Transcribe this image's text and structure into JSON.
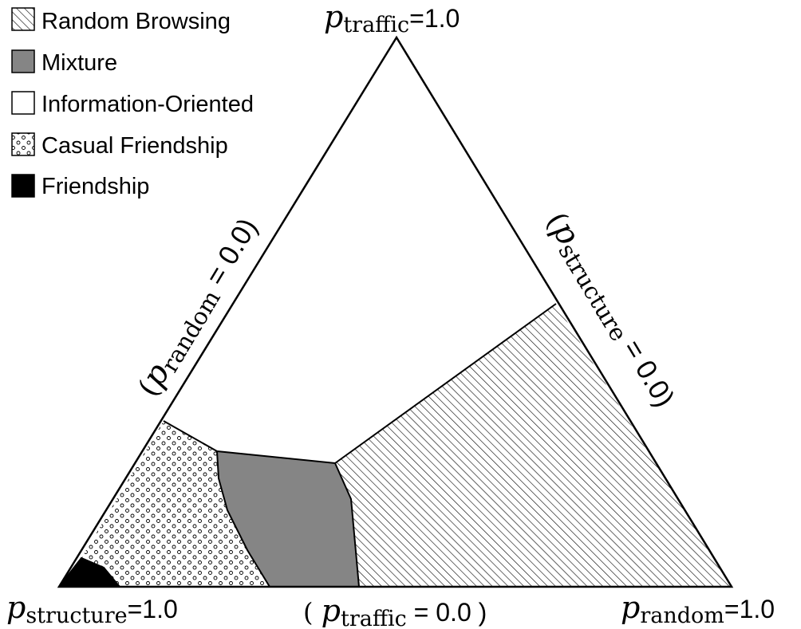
{
  "legend": {
    "items": [
      {
        "label": "Random Browsing",
        "pattern": "hatch"
      },
      {
        "label": "Mixture",
        "pattern": "gray"
      },
      {
        "label": "Information-Oriented",
        "pattern": "white"
      },
      {
        "label": "Casual Friendship",
        "pattern": "dots"
      },
      {
        "label": "Friendship",
        "pattern": "black"
      }
    ]
  },
  "vertices": {
    "top": {
      "var": "p",
      "sub": "traffic",
      "value": "=1.0"
    },
    "bottom_left": {
      "var": "p",
      "sub": "structure",
      "value": "=1.0"
    },
    "bottom_right": {
      "var": "p",
      "sub": "random",
      "value": "=1.0"
    }
  },
  "edges": {
    "left": {
      "open": "(",
      "var": "p",
      "sub": "random",
      "value": " = 0.0)"
    },
    "right": {
      "open": "(",
      "var": "p",
      "sub": "structure",
      "value": " = 0.0)"
    },
    "bottom": {
      "open": "( ",
      "var": "p",
      "sub": "traffic",
      "value": " = 0.0 )"
    }
  },
  "colors": {
    "mixture": "#858585",
    "friendship": "#000000",
    "information_oriented": "#ffffff",
    "line": "#000000"
  }
}
